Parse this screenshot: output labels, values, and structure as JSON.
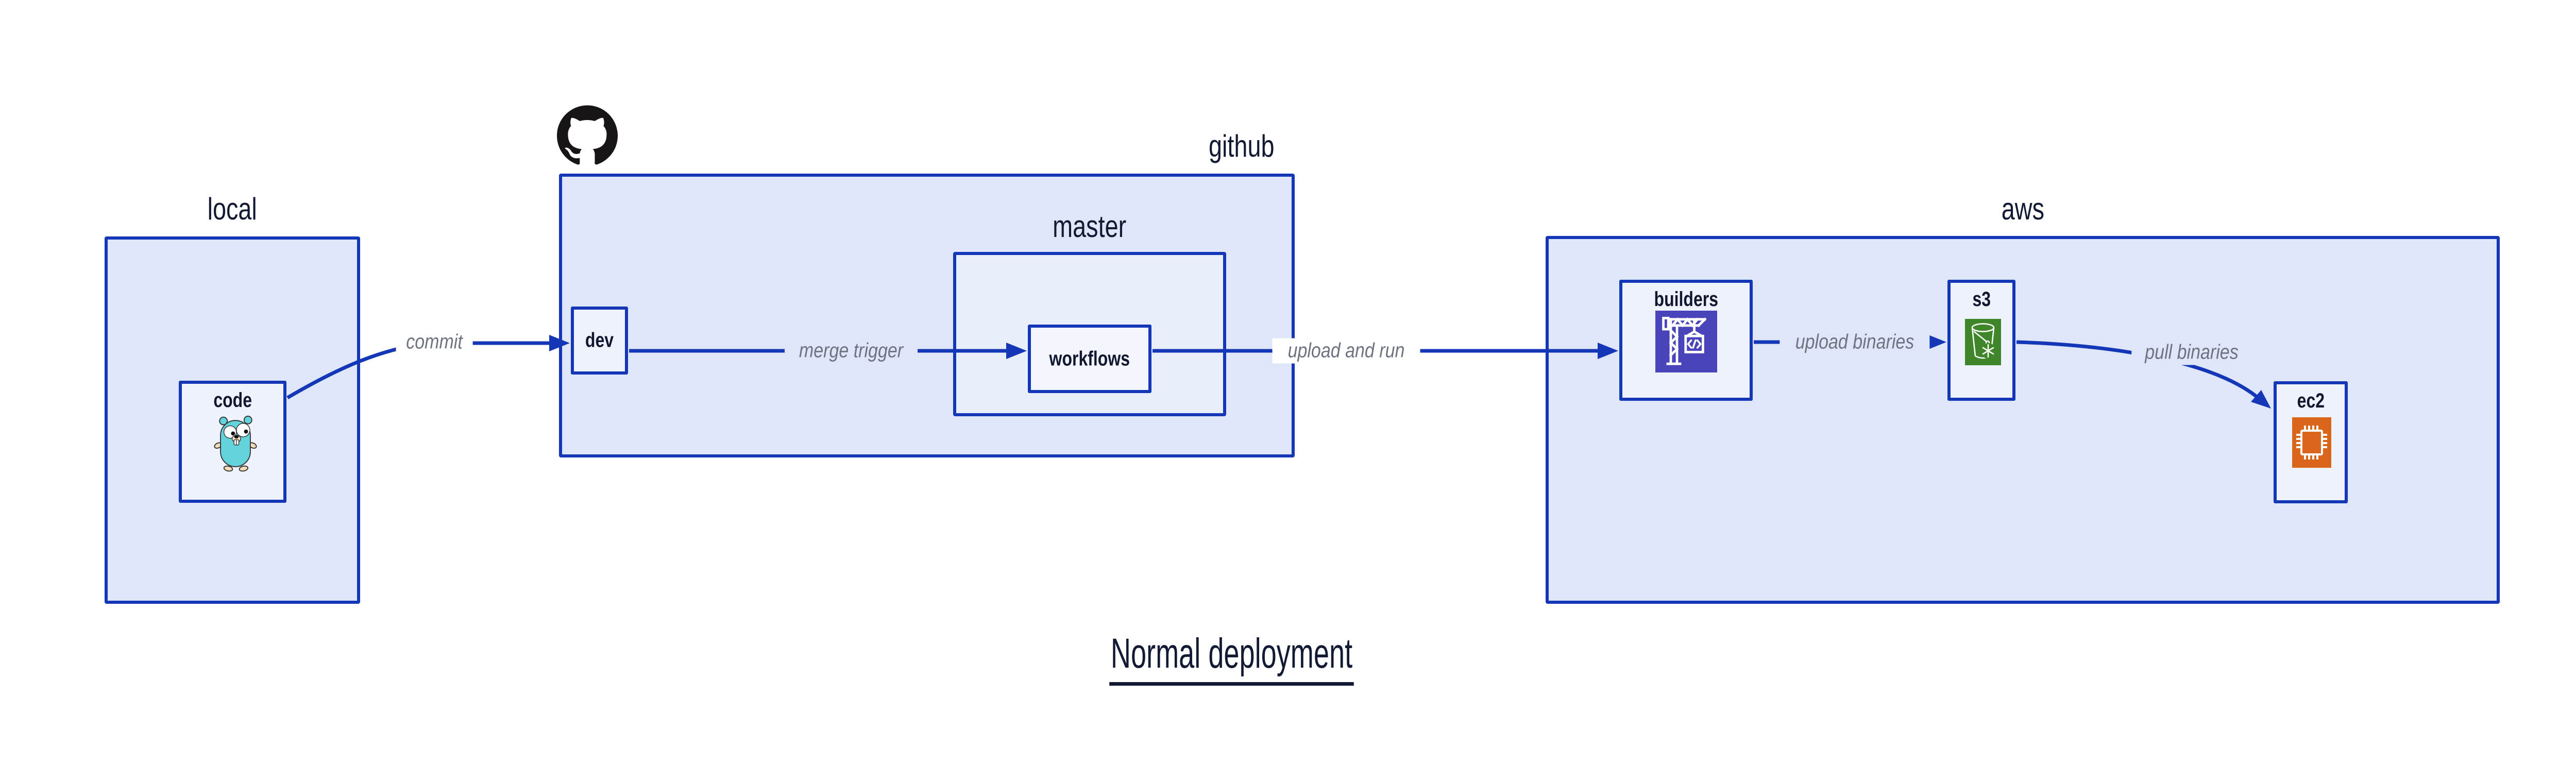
{
  "title": "Normal deployment",
  "containers": {
    "local": {
      "label": "local"
    },
    "github": {
      "label": "github"
    },
    "master": {
      "label": "master"
    },
    "aws": {
      "label": "aws"
    }
  },
  "nodes": {
    "code": {
      "label": "code",
      "icon": "go-gopher-icon"
    },
    "dev": {
      "label": "dev"
    },
    "workflows": {
      "label": "workflows"
    },
    "builders": {
      "label": "builders",
      "icon": "codebuild-crane-icon"
    },
    "s3": {
      "label": "s3",
      "icon": "s3-glacier-bucket-icon"
    },
    "ec2": {
      "label": "ec2",
      "icon": "ec2-chip-icon"
    }
  },
  "edges": {
    "commit": {
      "label": "commit"
    },
    "merge_trigger": {
      "label": "merge trigger"
    },
    "upload_and_run": {
      "label": "upload and run"
    },
    "upload_binaries": {
      "label": "upload binaries"
    },
    "pull_binaries": {
      "label": "pull binaries"
    }
  },
  "icons": {
    "github_logo": "github-octocat-logo"
  },
  "colors": {
    "line_blue": "#1437b8",
    "container_fill": "#e0e6f9",
    "node_fill": "#eef2fc",
    "master_fill": "#e9eefb",
    "workflows_fill": "#f3f5fd",
    "text_dark": "#121a33",
    "edge_label_gray": "#6e7380",
    "codebuild_indigo": "#4a44bb",
    "s3_green": "#3e8629",
    "ec2_orange": "#d9661a",
    "gopher_teal": "#63d3dc",
    "github_black": "#171515"
  }
}
